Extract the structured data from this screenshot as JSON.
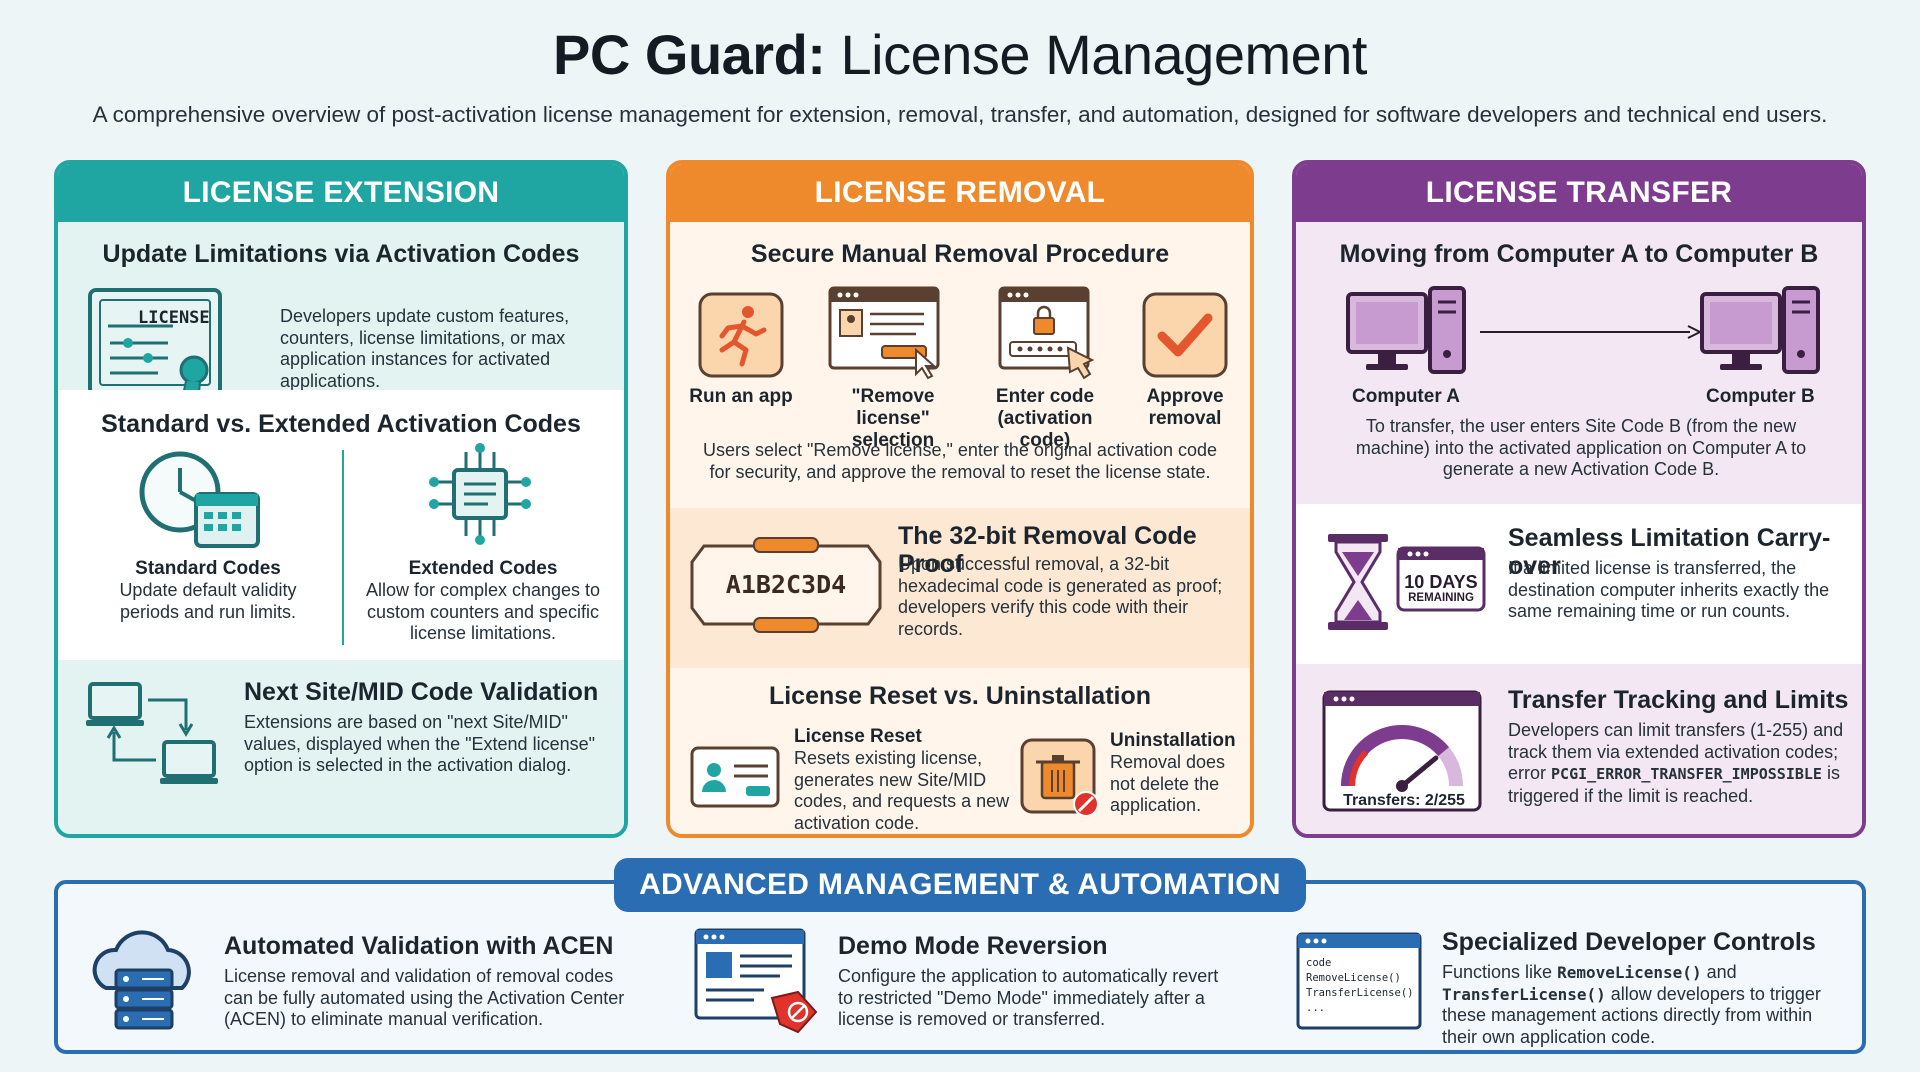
{
  "header": {
    "title_bold": "PC Guard:",
    "title_light": "License Management",
    "subtitle": "A comprehensive overview of post-activation license management for extension, removal, transfer, and automation, designed for software developers and technical end users."
  },
  "extension": {
    "heading": "LICENSE EXTENSION",
    "update": {
      "title": "Update Limitations via Activation Codes",
      "badge": "LICENSE",
      "text": "Developers update custom features, counters, license limitations, or max application instances for activated applications."
    },
    "codes": {
      "title": "Standard vs. Extended Activation Codes",
      "standard_label": "Standard Codes",
      "standard_text": "Update default validity periods and run limits.",
      "extended_label": "Extended Codes",
      "extended_text": "Allow for complex changes to custom counters and specific license limitations."
    },
    "next": {
      "title": "Next Site/MID Code Validation",
      "text": "Extensions are based on \"next Site/MID\" values, displayed when the \"Extend license\" option is selected in the activation dialog."
    }
  },
  "removal": {
    "heading": "LICENSE REMOVAL",
    "procedure": {
      "title": "Secure Manual Removal Procedure",
      "steps": [
        {
          "label": "Run an app"
        },
        {
          "label": "\"Remove license\" selection"
        },
        {
          "label": "Enter code (activation code)"
        },
        {
          "label": "Approve removal"
        }
      ],
      "text": "Users select \"Remove license,\" enter the original activation code for security, and approve the removal to reset the license state."
    },
    "proof": {
      "code": "A1B2C3D4",
      "title": "The 32-bit Removal Code Proof",
      "text": "Upon successful removal, a 32-bit hexadecimal code is generated as proof; developers verify this code with their records."
    },
    "reset": {
      "title": "License Reset vs. Uninstallation",
      "reset_label": "License Reset",
      "reset_text": "Resets existing license, generates new Site/MID codes, and requests a new activation code.",
      "uninstall_label": "Uninstallation",
      "uninstall_text": "Removal does not delete the application."
    }
  },
  "transfer": {
    "heading": "LICENSE TRANSFER",
    "moving": {
      "title": "Moving from Computer A to Computer B",
      "computer_a": "Computer A",
      "computer_b": "Computer B",
      "text": "To transfer, the user enters Site Code B (from the new machine) into the activated application on Computer A to generate a new Activation Code B."
    },
    "carry": {
      "days": "10 DAYS",
      "remaining": "REMAINING",
      "title": "Seamless Limitation Carry-over",
      "text": "If a limited license is transferred, the destination computer inherits exactly the same remaining time or run counts."
    },
    "tracking": {
      "gauge_label": "Transfers: 2/255",
      "gauge_fraction": 0.78,
      "title": "Transfer Tracking and Limits",
      "text_1": "Developers can limit transfers (1-255) and track them via extended activation codes; error",
      "error_code": "PCGI_ERROR_TRANSFER_IMPOSSIBLE",
      "text_2": "is triggered if the limit is reached."
    }
  },
  "advanced": {
    "heading": "ADVANCED MANAGEMENT & AUTOMATION",
    "acen": {
      "title": "Automated Validation with ACEN",
      "text": "License removal and validation of removal codes can be fully automated using the Activation Center (ACEN) to eliminate manual verification."
    },
    "demo": {
      "title": "Demo Mode Reversion",
      "text": "Configure the application to automatically revert to restricted \"Demo Mode\" immediately after a license is removed or transferred."
    },
    "dev": {
      "title": "Specialized Developer Controls",
      "code_lines": [
        "code",
        "RemoveLicense()",
        "TransferLicense()",
        "..."
      ],
      "text_1": "Functions like",
      "fn_1": "RemoveLicense()",
      "text_2": "and",
      "fn_2": "TransferLicense()",
      "text_3": "allow developers to trigger these management actions directly from within their own application code."
    }
  },
  "colors": {
    "teal": "#1fa5a2",
    "orange": "#ee8a2c",
    "purple": "#7d3c8d",
    "blue": "#2b6db2"
  }
}
